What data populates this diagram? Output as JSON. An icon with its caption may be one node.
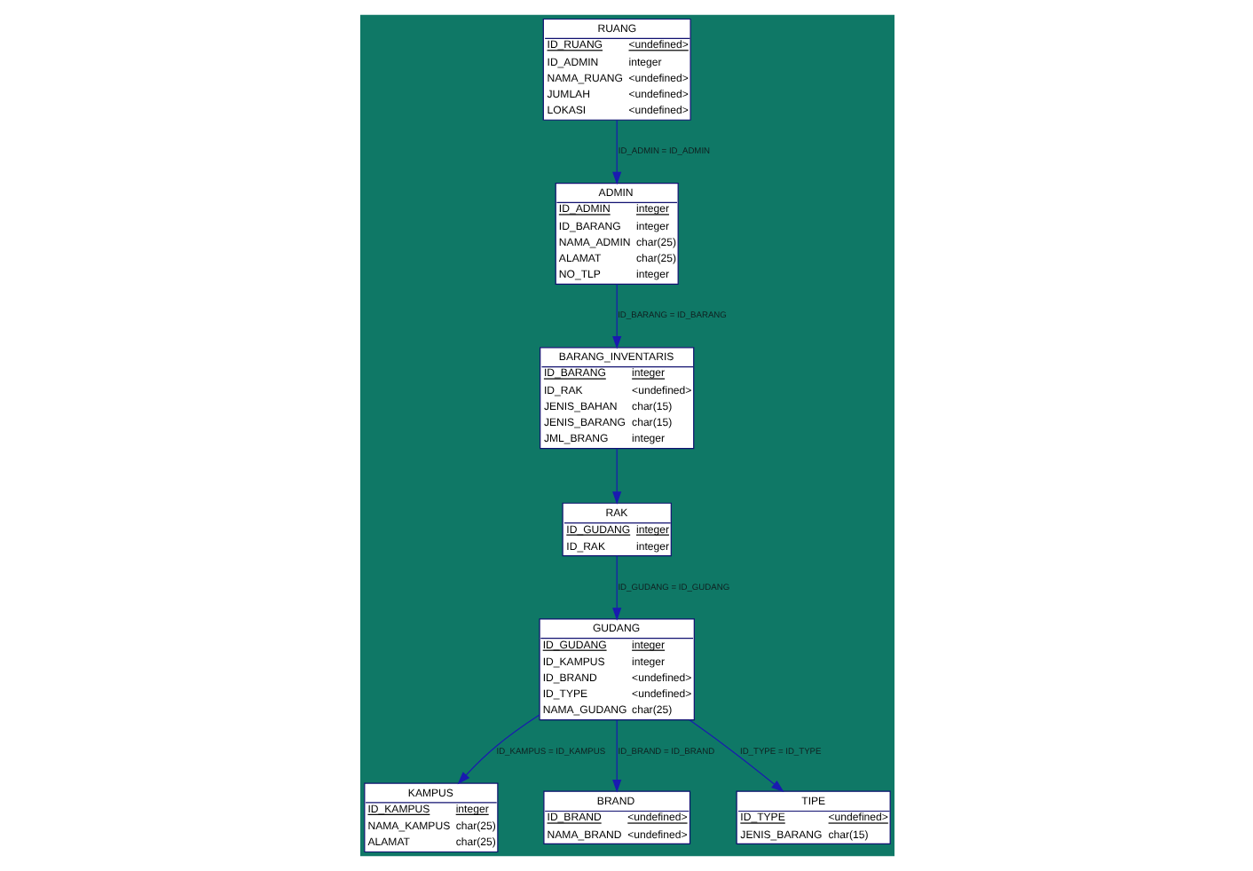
{
  "diagram": {
    "nodes": [
      {
        "text": [
          "ADMIN",
          "ID_ADMIN",
          "integer",
          "ID_BARANG",
          "integer",
          "NAMA_ADMIN",
          "char(25)",
          "ALAMAT",
          "char(25)",
          "NO_TLP",
          "integer"
        ]
      },
      {
        "text": [
          "RUANG",
          "ID_RUANG",
          "<undefined>",
          "ID_ADMIN",
          "integer",
          "NAMA_RUANG",
          "<undefined>",
          "JUMLAH",
          "<undefined>",
          "LOKASI",
          "<undefined>"
        ]
      },
      {
        "text": [
          "KAMPUS",
          "ID_KAMPUS",
          "integer",
          "NAMA_KAMPUS",
          "char(25)",
          "ALAMAT",
          "char(25)"
        ]
      },
      {
        "text": [
          "BARANG_INVENTARIS",
          "ID_BARANG",
          "integer",
          "ID_RAK",
          "<undefined>",
          "JENIS_BAHAN",
          "char(15)",
          "JENIS_BARANG",
          "char(15)",
          "JML_BRANG",
          "integer"
        ]
      },
      {
        "text": [
          "GUDANG",
          "ID_GUDANG",
          "integer",
          "ID_KAMPUS",
          "integer",
          "ID_BRAND",
          "<undefined>",
          "ID_TYPE",
          "<undefined>",
          "NAMA_GUDANG",
          "char(25)"
        ]
      },
      {
        "text": [
          "RAK",
          "ID_GUDANG",
          "integer",
          "ID_RAK",
          "integer"
        ]
      },
      {
        "text": [
          "BRAND",
          "ID_BRAND",
          "<undefined>",
          "NAMA_BRAND",
          "<undefined>"
        ]
      },
      {
        "text": [
          "TIPE",
          "ID_TYPE",
          "<undefined>",
          "JENIS_BARANG",
          "char(15)"
        ]
      }
    ],
    "edges": [
      {
        "from": 1,
        "to": 0,
        "arrow": "to",
        "label": "ID_ADMIN = ID_ADMIN"
      },
      {
        "from": 4,
        "to": 2,
        "arrow": "to",
        "label": "ID_KAMPUS = ID_KAMPUS"
      },
      {
        "from": 0,
        "to": 3,
        "arrow": "to",
        "label": "ID_BARANG = ID_BARANG"
      },
      {
        "from": 5,
        "to": 4,
        "arrow": "to",
        "label": "ID_GUDANG = ID_GUDANG"
      },
      {
        "from": 3,
        "to": 5,
        "arrow": "to"
      },
      {
        "from": 4,
        "to": 6,
        "arrow": "to",
        "label": "ID_BRAND = ID_BRAND"
      },
      {
        "from": 4,
        "to": 7,
        "arrow": "to",
        "label": "ID_TYPE = ID_TYPE"
      }
    ]
  }
}
